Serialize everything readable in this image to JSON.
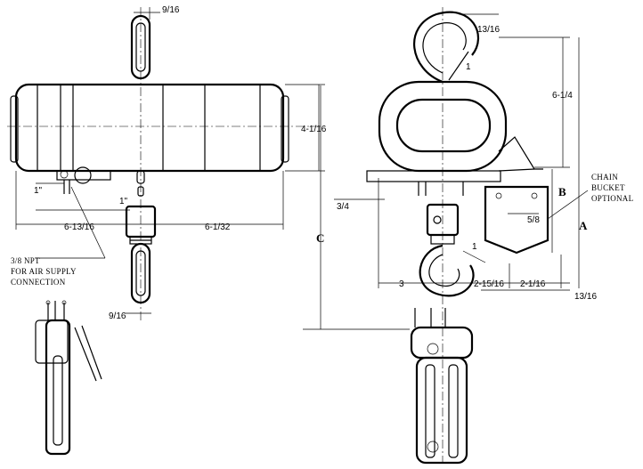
{
  "dimensions": {
    "top_link_width": "9/16",
    "body_height": "4-1/16",
    "left_offset_1": "1\"",
    "left_offset_2": "1\"",
    "left_body_width": "6-13/16",
    "right_body_width": "6-1/32",
    "bottom_link_width": "9/16",
    "hook_throat_top": "13/16",
    "hook_opening_top": "1",
    "overall_height": "6-1/4",
    "side_offset": "3/4",
    "bucket_offset": "5/8",
    "hook_opening_bottom": "1",
    "bottom_dim_left": "3",
    "bottom_dim_mid": "2-15/16",
    "bottom_dim_right": "2-1/16",
    "hook_throat_bottom": "13/16"
  },
  "labels": {
    "dim_A": "A",
    "dim_B": "B",
    "dim_C": "C",
    "npt_line1": "3/8 NPT",
    "npt_line2": "FOR AIR SUPPLY",
    "npt_line3": "CONNECTION",
    "bucket_line1": "CHAIN",
    "bucket_line2": "BUCKET",
    "bucket_line3": "OPTIONAL"
  }
}
